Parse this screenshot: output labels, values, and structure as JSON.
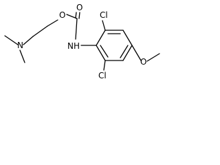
{
  "molecule": {
    "atoms": {
      "o_ester": "O",
      "carbonyl_o": "O",
      "amine_n": "N",
      "amide_nh": "NH",
      "cl_upper": "Cl",
      "cl_lower": "Cl",
      "o_methoxy": "O"
    },
    "bond_color": "#000000",
    "label_color": "#000000",
    "background": "#ffffff"
  }
}
